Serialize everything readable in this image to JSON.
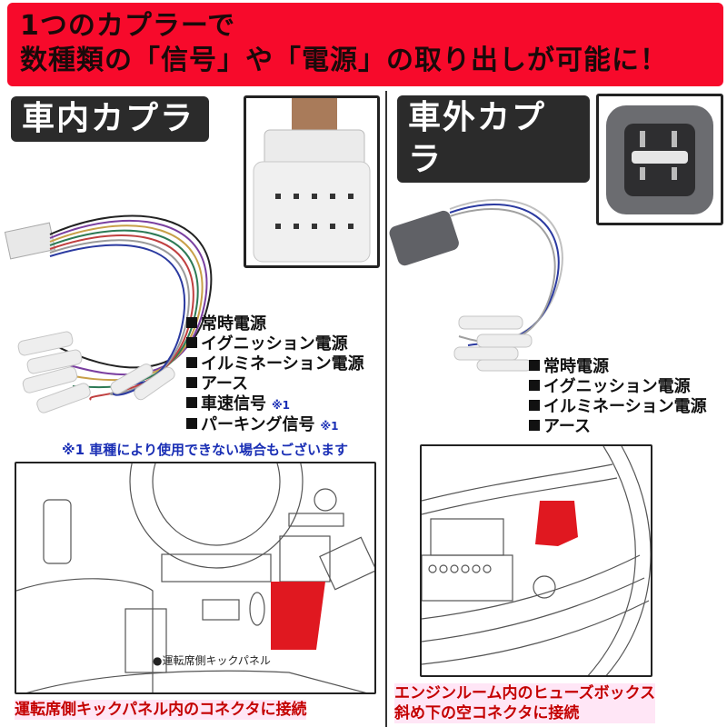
{
  "banner": {
    "line1": "1つのカプラーで",
    "line2": "数種類の「信号」や「電源」の取り出しが可能に！",
    "bg_color": "#f70a2b"
  },
  "interior": {
    "tag": "車内カプラ",
    "features": [
      {
        "label": "常時電源",
        "note": ""
      },
      {
        "label": "イグニッション電源",
        "note": ""
      },
      {
        "label": "イルミネーション電源",
        "note": ""
      },
      {
        "label": "アース",
        "note": ""
      },
      {
        "label": "車速信号",
        "note": "※1"
      },
      {
        "label": "パーキング信号",
        "note": "※1"
      }
    ],
    "footnote": "※1 車種により使用できない場合もございます",
    "diagram_label": "●運転席側キックパネル",
    "caption": "運転席側キックパネル内のコネクタに接続"
  },
  "exterior": {
    "tag": "車外カプラ",
    "features": [
      {
        "label": "常時電源"
      },
      {
        "label": "イグニッション電源"
      },
      {
        "label": "イルミネーション電源"
      },
      {
        "label": "アース"
      }
    ],
    "caption_line1": "エンジンルーム内のヒューズボックス",
    "caption_line2": "斜め下の空コネクタに接続"
  },
  "colors": {
    "highlight": "#e01820",
    "caption_red": "#c40000",
    "note_blue": "#1a2fb5"
  }
}
